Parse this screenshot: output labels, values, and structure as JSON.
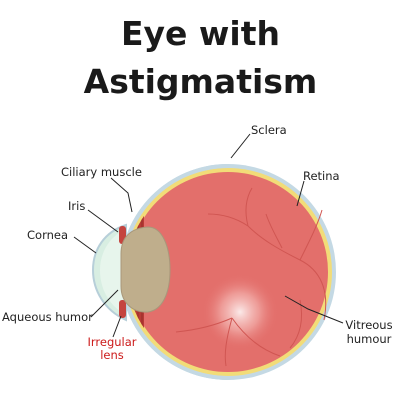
{
  "title": [
    "Eye with",
    "Astigmatism"
  ],
  "labels": {
    "sclera": "Sclera",
    "retina": "Retina",
    "ciliary_muscle": "Ciliary muscle",
    "iris": "Iris",
    "cornea": "Cornea",
    "aqueous_humor": "Aqueous humor",
    "irregular_lens": [
      "Irregular",
      "lens"
    ],
    "vitreous_humour": [
      "Vitreous",
      "humour"
    ]
  },
  "colors": {
    "sclera": "#c4d9e4",
    "retina": "#f2dc78",
    "vitreous": "#e36f6b",
    "ciliary": "#b83b36",
    "lens": "#bfae8c",
    "aqueous": "#dff2e7",
    "highlight_label": "#cc1a1a"
  }
}
